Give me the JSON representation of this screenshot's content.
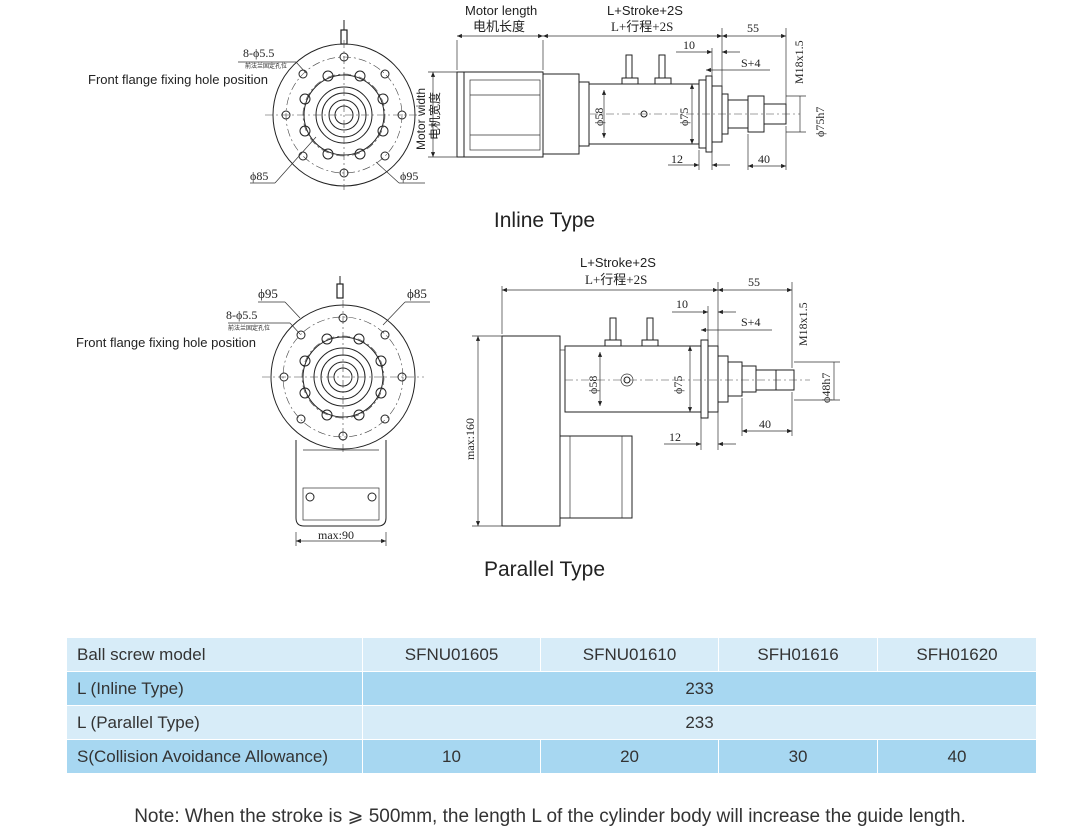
{
  "inline": {
    "title": "Inline Type",
    "holes": "8-ϕ5.5",
    "holes_cn": "前法兰固定孔位",
    "front_flange": "Front flange fixing hole position",
    "d85": "ϕ85",
    "d95": "ϕ95",
    "motor_length": "Motor length",
    "motor_length_cn": "电机长度",
    "stroke": "L+Stroke+2S",
    "stroke_cn": "L+行程+2S",
    "dim55": "55",
    "dim10": "10",
    "s4": "S+4",
    "thread": "M18x1.5",
    "motor_width": "Motor width",
    "motor_width_cn": "电机宽度",
    "d58": "ϕ58",
    "d75": "ϕ75",
    "d75h7": "ϕ75h7",
    "dim12": "12",
    "dim40": "40"
  },
  "parallel": {
    "title": "Parallel Type",
    "d95": "ϕ95",
    "d85": "ϕ85",
    "holes": "8-ϕ5.5",
    "holes_cn": "前法兰固定孔位",
    "front_flange": "Front flange fixing hole position",
    "max90": "max:90",
    "max160": "max:160",
    "stroke": "L+Stroke+2S",
    "stroke_cn": "L+行程+2S",
    "dim55": "55",
    "dim10": "10",
    "s4": "S+4",
    "thread": "M18x1.5",
    "d58": "ϕ58",
    "d75": "ϕ75",
    "d48h7": "ϕ48h7",
    "dim12": "12",
    "dim40": "40"
  },
  "table": {
    "header": [
      "Ball screw model",
      "SFNU01605",
      "SFNU01610",
      "SFH01616",
      "SFH01620"
    ],
    "row_inline": {
      "label": "L (Inline Type)",
      "value": "233"
    },
    "row_parallel": {
      "label": "L (Parallel Type)",
      "value": "233"
    },
    "row_s": {
      "label": "S(Collision Avoidance Allowance)",
      "values": [
        "10",
        "20",
        "30",
        "40"
      ]
    }
  },
  "note": "Note: When the stroke is ⩾ 500mm, the length L of the cylinder body will increase the guide length."
}
